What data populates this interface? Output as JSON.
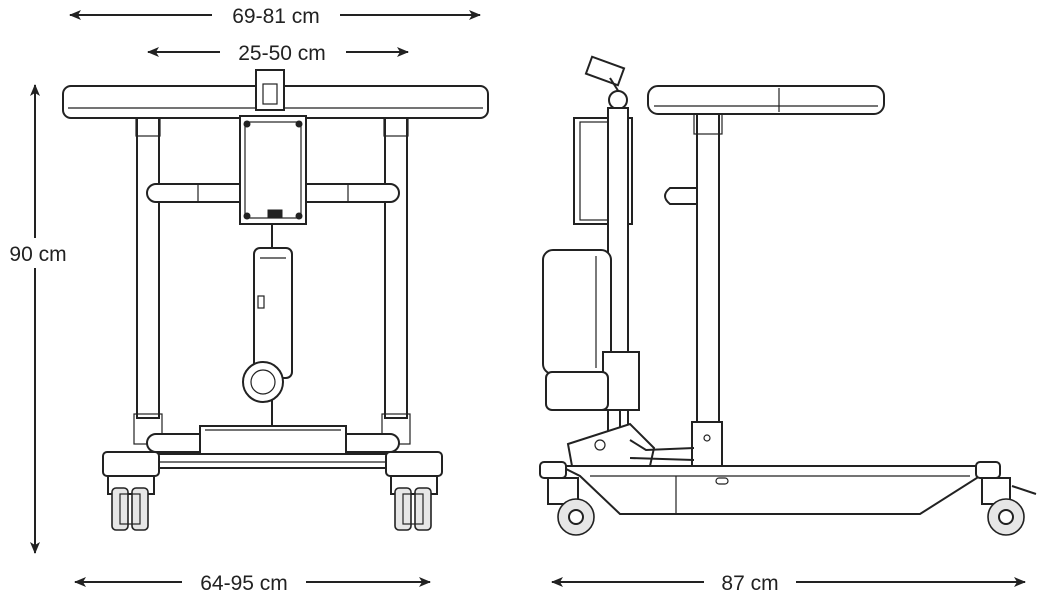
{
  "dimensions": {
    "top_width": "69-81 cm",
    "inner_width": "25-50 cm",
    "height": "90 cm",
    "base_width": "64-95 cm",
    "length": "87 cm"
  }
}
